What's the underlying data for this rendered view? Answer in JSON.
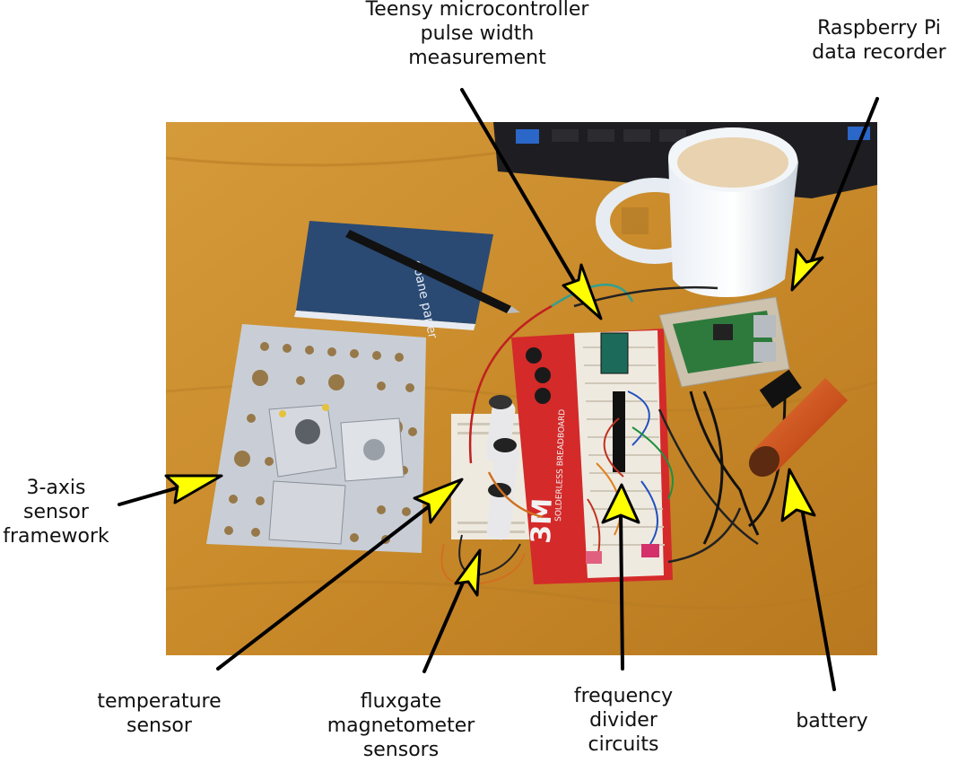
{
  "labels": {
    "teensy": [
      "Teensy microcontroller",
      "pulse width",
      "measurement"
    ],
    "raspberry_pi": [
      "Raspberry Pi",
      "data recorder"
    ],
    "sensor_framework": [
      "3-axis",
      "sensor",
      "framework"
    ],
    "temperature": [
      "temperature",
      "sensor"
    ],
    "fluxgate": [
      "fluxgate",
      "magnetometer",
      "sensors"
    ],
    "divider": [
      "frequency",
      "divider",
      "circuits"
    ],
    "battery": [
      "battery"
    ]
  },
  "photo_text": {
    "breadboard_brand": "3M",
    "breadboard_text": "SOLDERLESS BREADBOARD",
    "notebook_text": "doane paper"
  },
  "colors": {
    "arrow_fill": "#ffff00",
    "table_wood": "#c98a2a",
    "breadboard_red": "#d42a2a",
    "battery_orange": "#d2551c"
  }
}
